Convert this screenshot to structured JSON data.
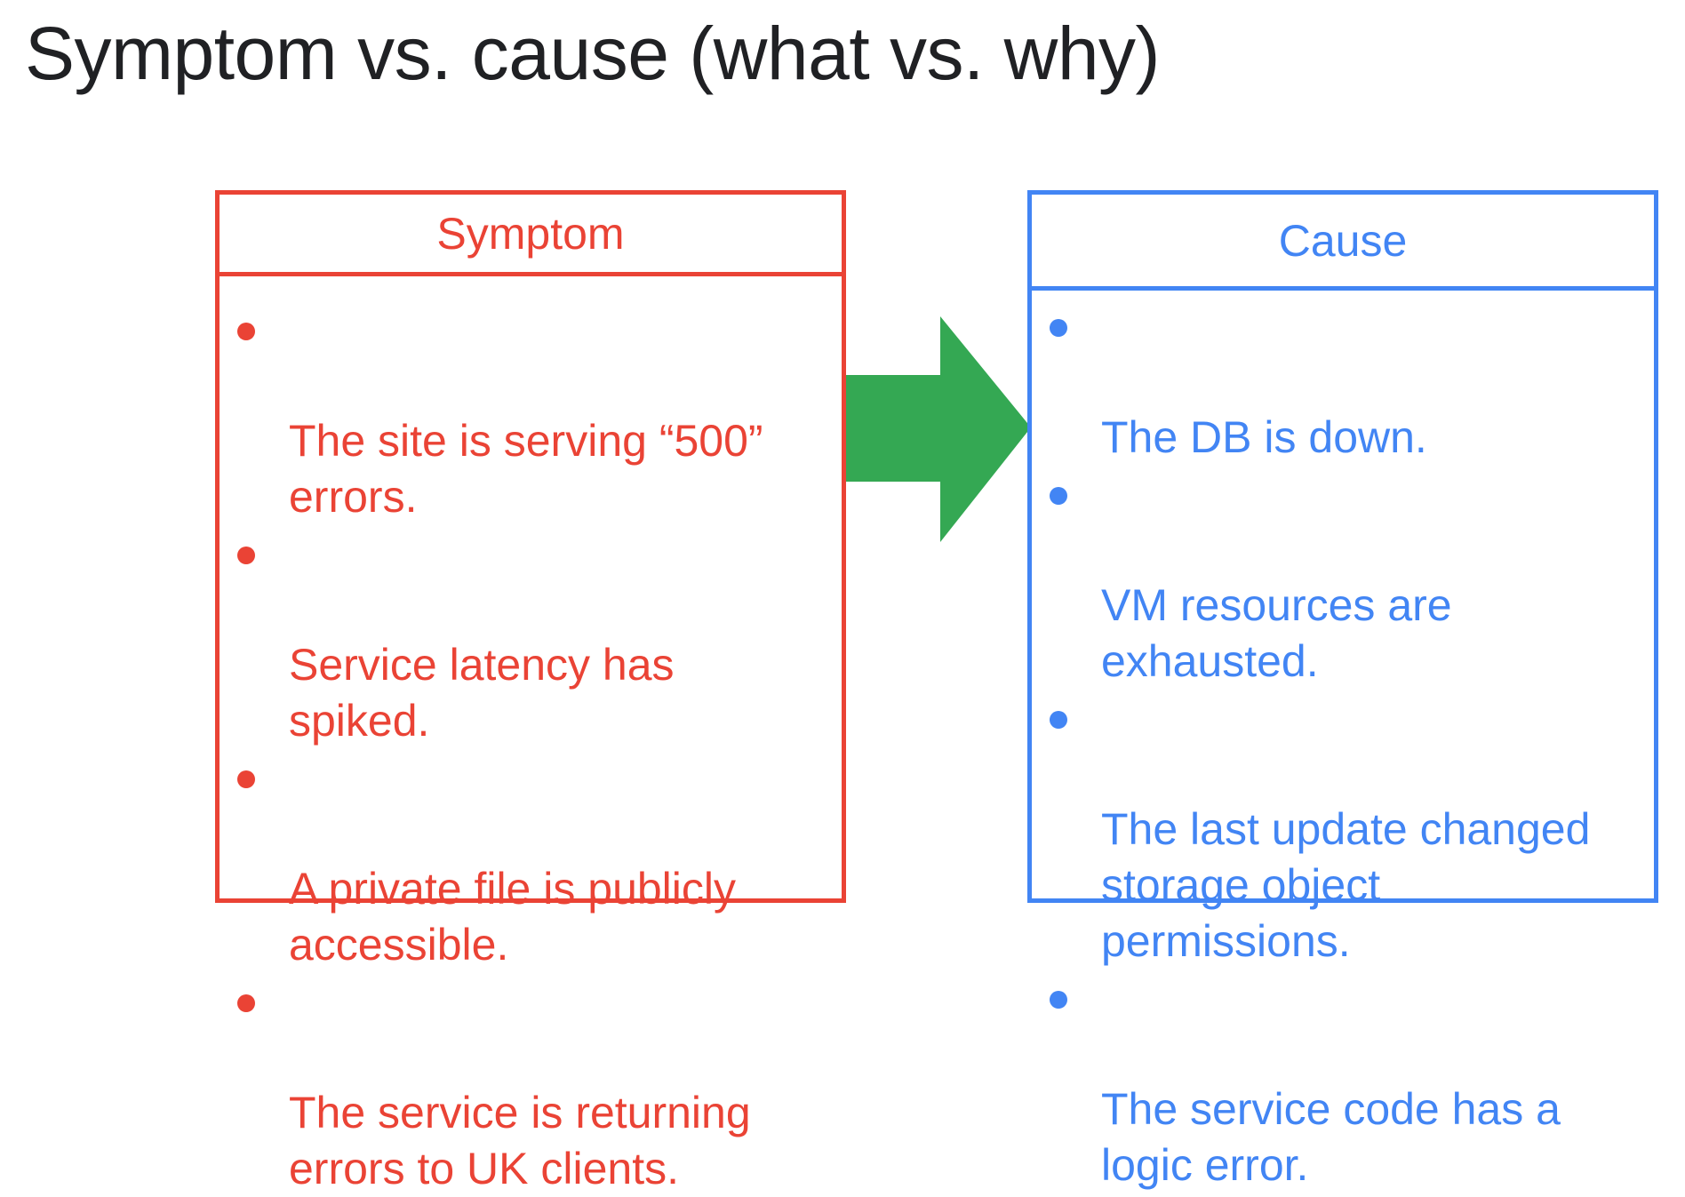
{
  "title": "Symptom vs. cause (what vs. why)",
  "colors": {
    "symptom": "#ea4335",
    "cause": "#4285f4",
    "arrow": "#34a853",
    "title": "#202124"
  },
  "symptom": {
    "header": "Symptom",
    "items": [
      "The site is serving “500”\nerrors.",
      "Service latency has\nspiked.",
      "A private file is publicly\naccessible.",
      "The service is returning\nerrors to UK clients."
    ]
  },
  "cause": {
    "header": "Cause",
    "items": [
      "The DB is down.",
      "VM resources are\nexhausted.",
      "The last update changed\nstorage object\npermissions.",
      "The service code has a\nlogic error."
    ]
  },
  "arrow_icon": "right-arrow-icon"
}
